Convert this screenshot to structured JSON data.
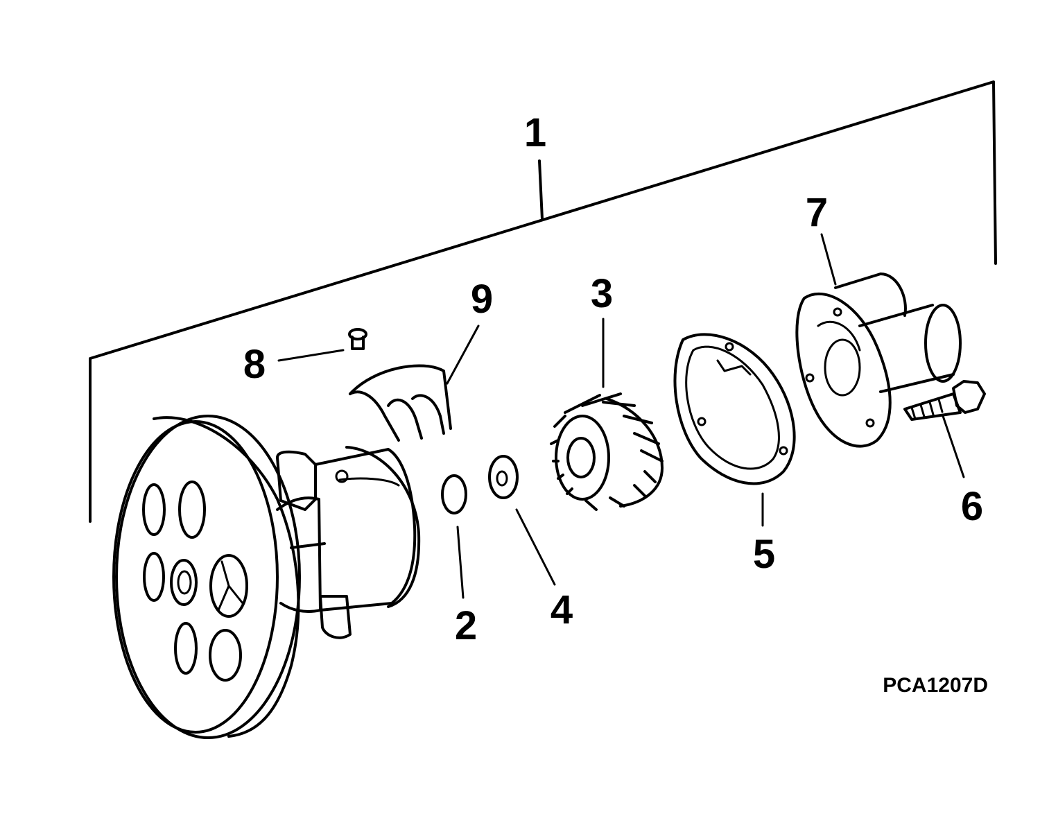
{
  "diagram": {
    "callouts": [
      {
        "id": "c1",
        "label": "1"
      },
      {
        "id": "c2",
        "label": "2"
      },
      {
        "id": "c3",
        "label": "3"
      },
      {
        "id": "c4",
        "label": "4"
      },
      {
        "id": "c5",
        "label": "5"
      },
      {
        "id": "c6",
        "label": "6"
      },
      {
        "id": "c7",
        "label": "7"
      },
      {
        "id": "c8",
        "label": "8"
      },
      {
        "id": "c9",
        "label": "9"
      }
    ],
    "figure_id": "PCA1207D",
    "colors": {
      "ink": "#000000",
      "background": "#ffffff"
    }
  }
}
